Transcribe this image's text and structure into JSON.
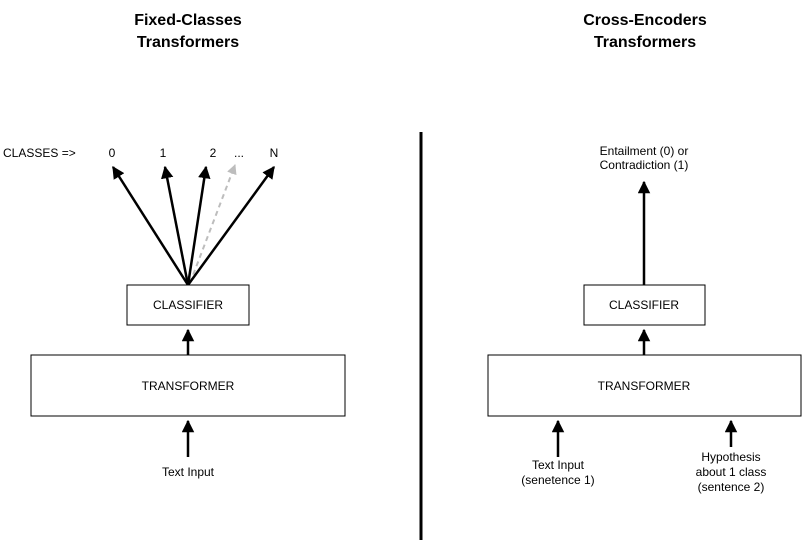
{
  "left_panel": {
    "title_line1": "Fixed-Classes",
    "title_line2": "Transformers",
    "classes_label": "CLASSES  =>",
    "class_labels": [
      "0",
      "1",
      "2",
      "...",
      "N"
    ],
    "classifier_label": "CLASSIFIER",
    "transformer_label": "TRANSFORMER",
    "input_label": "Text Input"
  },
  "right_panel": {
    "title_line1": "Cross-Encoders",
    "title_line2": "Transformers",
    "output_line1": "Entailment (0) or",
    "output_line2": "Contradiction (1)",
    "classifier_label": "CLASSIFIER",
    "transformer_label": "TRANSFORMER",
    "input1_line1": "Text Input",
    "input1_line2": "(senetence 1)",
    "input2_line1": "Hypothesis",
    "input2_line2": "about 1 class",
    "input2_line3": "(sentence 2)"
  },
  "colors": {
    "stroke": "#000000",
    "dashed_arrow": "#bdbdbd",
    "background": "#ffffff"
  }
}
